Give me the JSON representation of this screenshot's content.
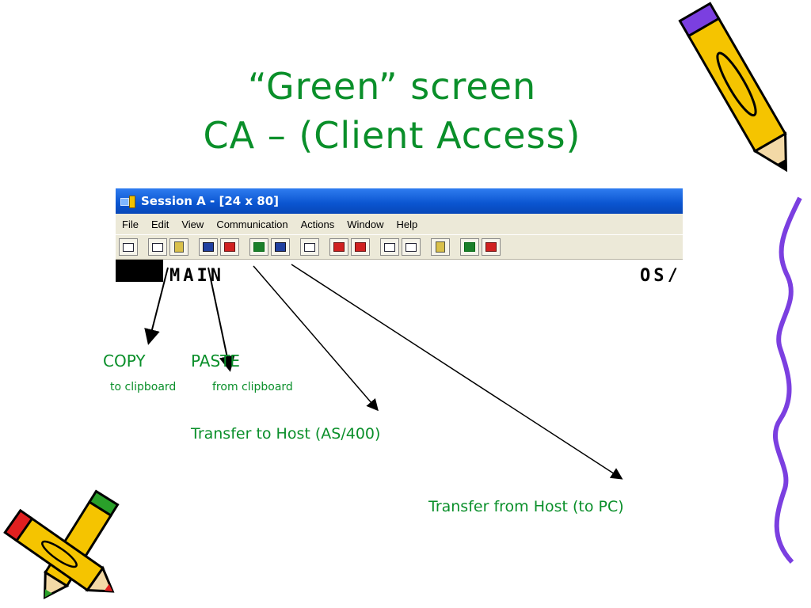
{
  "slide": {
    "title_line1": "“Green” screen",
    "title_line2": "CA – (Client Access)"
  },
  "window": {
    "title": "Session A - [24 x 80]",
    "menu": [
      "File",
      "Edit",
      "View",
      "Communication",
      "Actions",
      "Window",
      "Help"
    ],
    "terminal_left": "MAIN",
    "terminal_right": "OS/"
  },
  "annotations": {
    "copy": "COPY",
    "copy_sub": "to clipboard",
    "paste": "PASTE",
    "paste_sub": "from clipboard",
    "transfer_to": "Transfer to Host (AS/400)",
    "transfer_from": "Transfer from Host (to PC)"
  },
  "colors": {
    "label_green": "#0a8f2a",
    "titlebar_blue": "#0a55d0",
    "pencil_yellow": "#f5c400",
    "wave_purple": "#7b3fe0"
  },
  "icons": [
    "display-icon",
    "copy-icon",
    "paste-icon",
    "send-file-icon",
    "receive-file-icon",
    "screen-icon",
    "screen2-icon",
    "keyboard-icon",
    "macro-record-icon",
    "macro-stop-icon",
    "macro-play-icon",
    "macro-icon",
    "clipboard-icon",
    "globe-icon",
    "diamond-icon"
  ]
}
